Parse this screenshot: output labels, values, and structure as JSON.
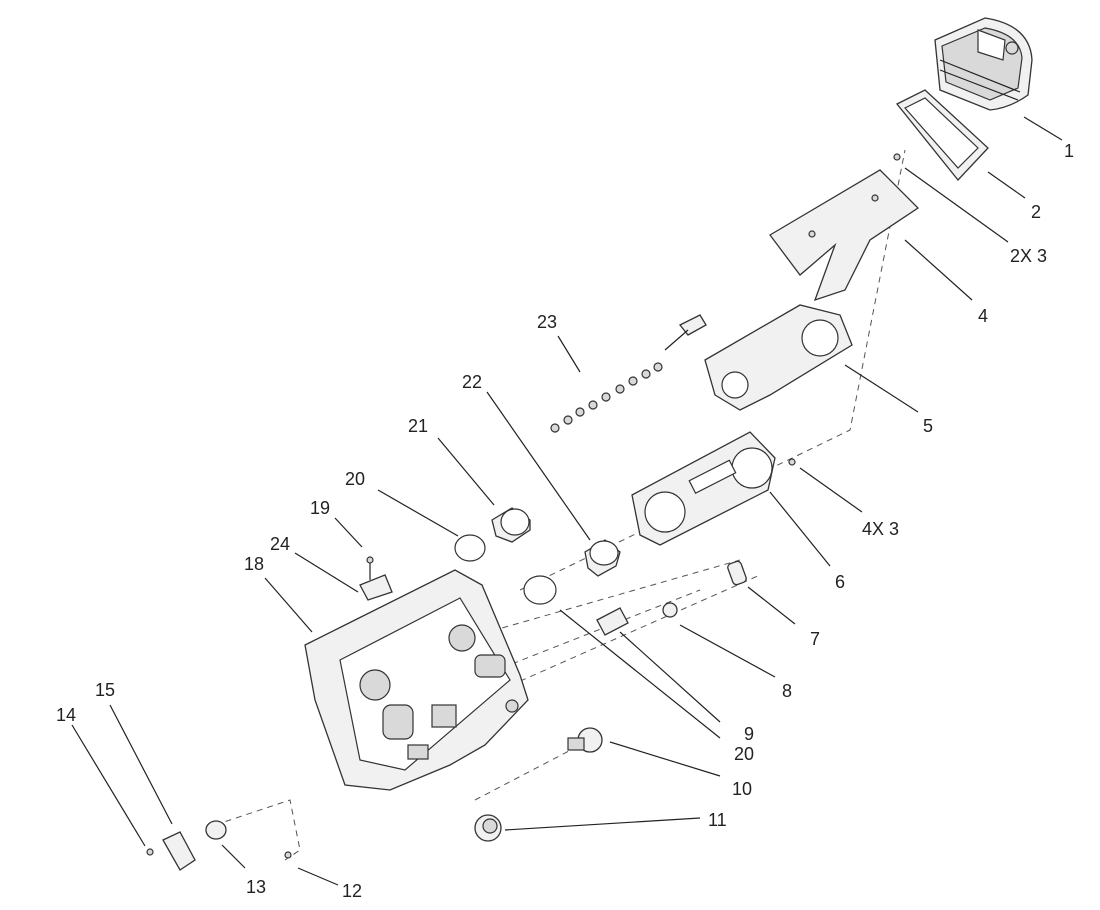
{
  "labels": {
    "p1": "1",
    "p2": "2",
    "p3": "2X 3",
    "p4": "4",
    "p5": "5",
    "p6": "6",
    "p3b": "4X 3",
    "p7": "7",
    "p8": "8",
    "p9": "9",
    "p20b": "20",
    "p10": "10",
    "p11": "11",
    "p12": "12",
    "p13": "13",
    "p14": "14",
    "p15": "15",
    "p18": "18",
    "p24": "24",
    "p19": "19",
    "p20": "20",
    "p21": "21",
    "p22": "22",
    "p23": "23"
  }
}
